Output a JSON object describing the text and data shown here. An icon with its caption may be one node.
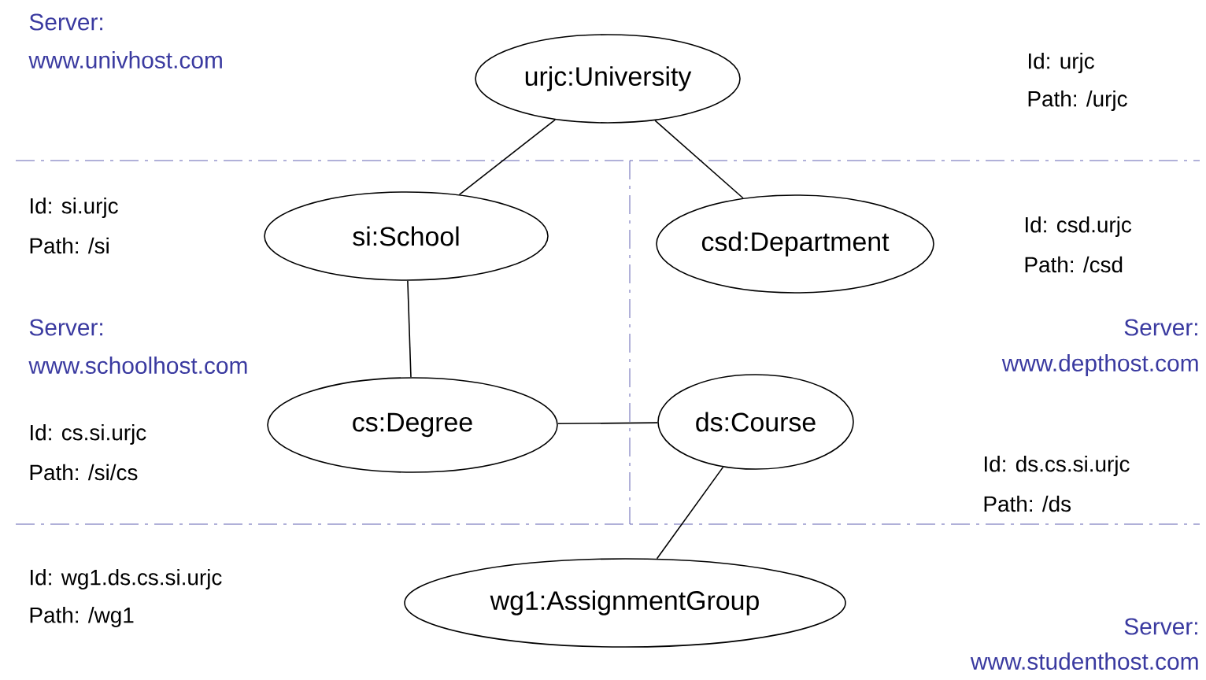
{
  "diagram": {
    "nodes": [
      {
        "text": [
          "urjc:University"
        ],
        "beside": [
          "Id: urjc",
          "Path: /urjc"
        ]
      },
      {
        "text": [
          "si:School"
        ],
        "beside": [
          "Id: si.urjc",
          "Path: /si"
        ]
      },
      {
        "text": [
          "csd:Department"
        ],
        "beside": [
          "Id: csd.urjc",
          "Path: /csd"
        ]
      },
      {
        "text": [
          "cs:Degree"
        ],
        "beside": [
          "Id: cs.si.urjc",
          "Path: /si/cs"
        ]
      },
      {
        "text": [
          "ds:Course"
        ],
        "beside": [
          "Id: ds.cs.si.urjc",
          "Path: /ds"
        ]
      },
      {
        "text": [
          "wg1:AssignmentGroup"
        ],
        "beside": [
          "Id: wg1.ds.cs.si.urjc",
          "Path: /wg1"
        ]
      }
    ],
    "edges": [
      {
        "from": 0,
        "to": 1,
        "arrow": "none"
      },
      {
        "from": 0,
        "to": 2,
        "arrow": "none"
      },
      {
        "from": 1,
        "to": 3,
        "arrow": "none"
      },
      {
        "from": 3,
        "to": 4,
        "arrow": "none"
      },
      {
        "from": 4,
        "to": 5,
        "arrow": "none"
      }
    ],
    "labels": [
      "Server:",
      "www.univhost.com",
      "Server:",
      "www.schoolhost.com",
      "Server:",
      "www.depthost.com",
      "Server:",
      "www.studenthost.com"
    ]
  }
}
